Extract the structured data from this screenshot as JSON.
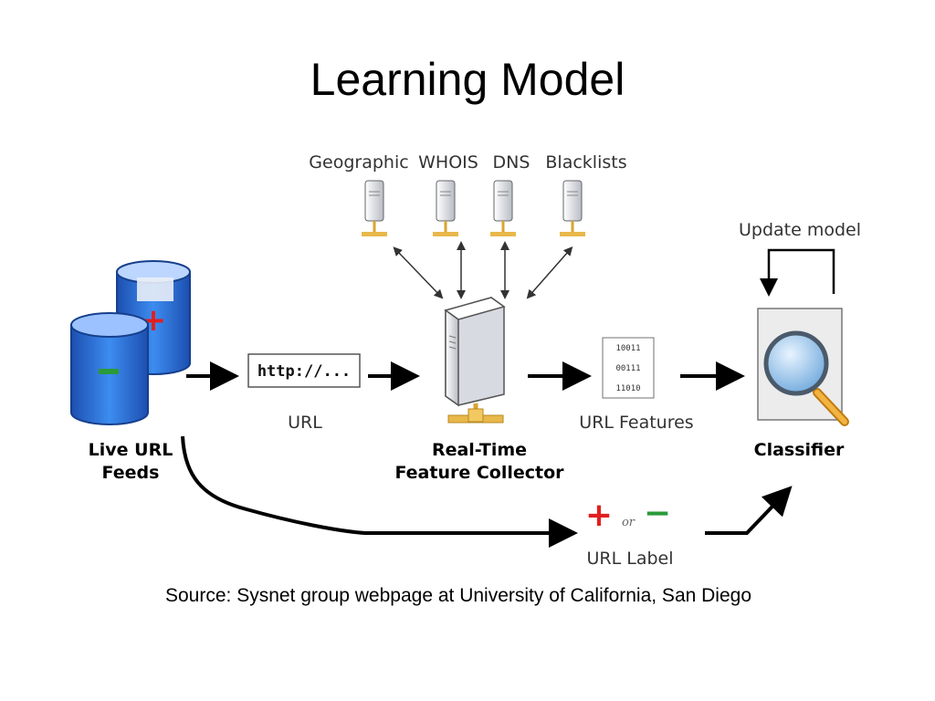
{
  "slide": {
    "title": "Learning Model",
    "source": "Source: Sysnet group webpage at University of California, San Diego"
  },
  "diagram": {
    "data_sources": [
      "Geographic",
      "WHOIS",
      "DNS",
      "Blacklists"
    ],
    "update_model_label": "Update model",
    "url_sample": "http://...",
    "url_label": "URL",
    "url_features_label": "URL Features",
    "feature_bits": [
      "10011",
      "00111",
      "11010"
    ],
    "feeds_label": [
      "Live URL",
      "Feeds"
    ],
    "collector_label": [
      "Real-Time",
      "Feature Collector"
    ],
    "classifier_label": "Classifier",
    "url_label_caption": "URL Label",
    "plus_sign": "+",
    "or_word": "or",
    "minus_sign": "−",
    "colors": {
      "plus": "#e02020",
      "minus": "#2a9a3a",
      "db_blue": "#2b6fd6",
      "arrow": "#000000"
    }
  }
}
